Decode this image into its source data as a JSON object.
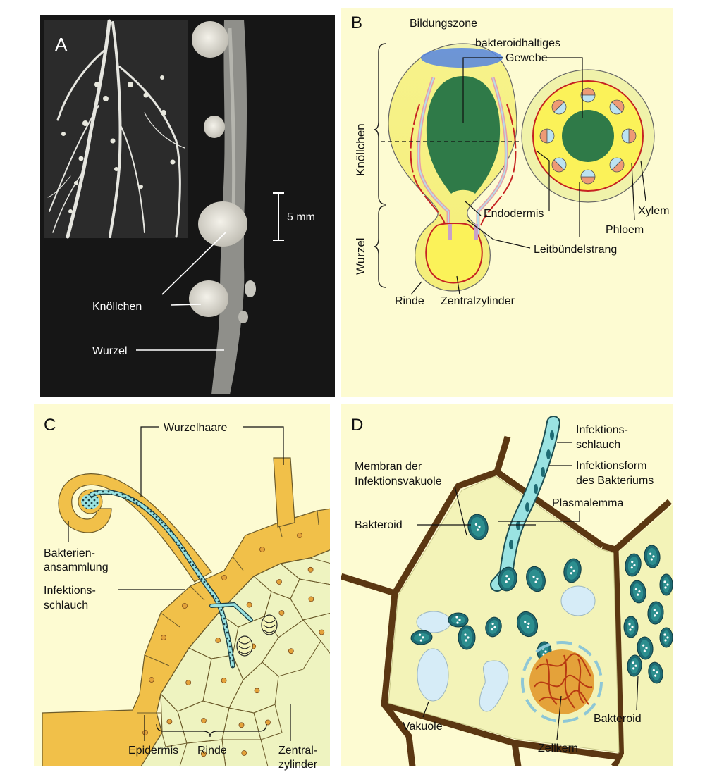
{
  "panels": {
    "A": {
      "letter": "A",
      "scale_label": "5 mm",
      "labels": {
        "nodule": "Knöllchen",
        "root": "Wurzel"
      }
    },
    "B": {
      "letter": "B",
      "labels": {
        "formation_zone": "Bildungszone",
        "bacteroid_tissue_1": "bakteroidhaltiges",
        "bacteroid_tissue_2": "Gewebe",
        "nodule": "Knöllchen",
        "root": "Wurzel",
        "endodermis": "Endodermis",
        "xylem": "Xylem",
        "phloem": "Phloem",
        "vascular_strand": "Leitbündelstrang",
        "cortex": "Rinde",
        "central_cylinder": "Zentralzylinder"
      }
    },
    "C": {
      "letter": "C",
      "labels": {
        "root_hairs": "Wurzelhaare",
        "bacteria_cluster_1": "Bakterien-",
        "bacteria_cluster_2": "ansammlung",
        "infection_thread_1": "Infektions-",
        "infection_thread_2": "schlauch",
        "epidermis": "Epidermis",
        "cortex": "Rinde",
        "central_cylinder_1": "Zentral-",
        "central_cylinder_2": "zylinder"
      }
    },
    "D": {
      "letter": "D",
      "labels": {
        "infection_thread_1": "Infektions-",
        "infection_thread_2": "schlauch",
        "infection_form_1": "Infektionsform",
        "infection_form_2": "des Bakteriums",
        "membrane_1": "Membran der",
        "membrane_2": "Infektionsvakuole",
        "plasmalemma": "Plasmalemma",
        "bacteroid_left": "Bakteroid",
        "vacuole": "Vakuole",
        "nucleus": "Zellkern",
        "bacteroid_right": "Bakteroid"
      }
    }
  },
  "colors": {
    "panel_bg": "#fdfbd2",
    "photo_bg": "#161616",
    "cortex_yellow": "#f0f2aa",
    "yellow": "#fbf259",
    "green": "#2f7a48",
    "endodermis_red": "#c62222",
    "xylem_blue": "#bce2f1",
    "phloem_orange": "#ee9a75",
    "formation_blue": "#5585e0",
    "epidermis_orange": "#f1c049",
    "cell_green": "#eef3c0",
    "nucleus_orange": "#e4a23a",
    "central_brown": "#a0542a",
    "cell_wall_brown": "#5b3712",
    "cytoplasm": "#f3f3b8",
    "vacuole_blue": "#d6ecf7",
    "bacteroid_teal": "#1e6b73",
    "thread_cyan": "#9ae3e2"
  }
}
